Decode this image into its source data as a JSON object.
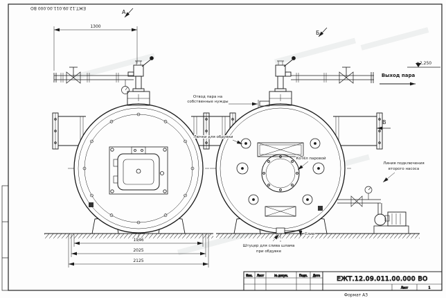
{
  "sheet": {
    "doc_number": "ЕЖТ.12.09.011.00.000 ВО",
    "format_label": "Формат А3"
  },
  "views": {
    "a": "А",
    "b": "Б",
    "v": "В"
  },
  "labels": {
    "steam_out": "Выход пара",
    "level_mark": "+2,250",
    "own_needs_1": "Отвод пара на",
    "own_needs_2": "собственные нужды",
    "hatches": "Лючки для обдувки",
    "boiler": "Котёл паровой",
    "pump_line_1": "Линия подключения",
    "pump_line_2": "второго насоса",
    "sludge_1": "Штуцер для слива шлама",
    "sludge_2": "при обдувке",
    "drain": "Слив"
  },
  "dimensions": {
    "top_run": "1300",
    "shell_dia": "1946",
    "support_span": "2025",
    "base_width": "2125"
  },
  "titleblock": {
    "col_izm": "Изм.",
    "col_list": "Лист",
    "col_doc": "№ докум.",
    "col_podp": "Подп.",
    "col_data": "Дата",
    "sheet_label": "Лист",
    "sheet_value": "1"
  }
}
